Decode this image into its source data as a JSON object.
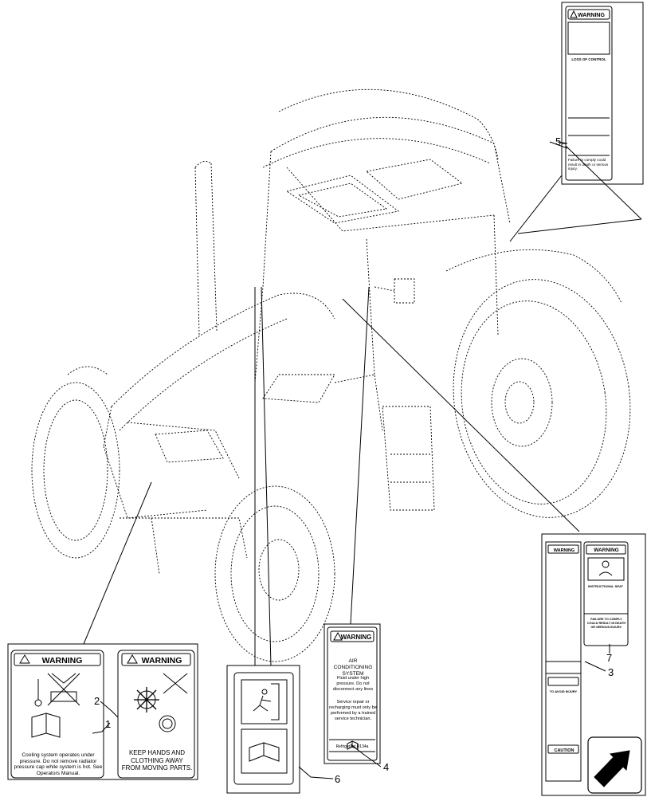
{
  "callouts": {
    "c1": "1",
    "c2": "2",
    "c3": "3",
    "c4": "4",
    "c5": "5",
    "c6": "6",
    "c7": "7"
  },
  "decal1": {
    "header": "WARNING",
    "text": "Cooling system operates under pressure. Do not remove radiator pressure cap while system is hot. See Operators Manual."
  },
  "decal2": {
    "header": "WARNING",
    "text": "KEEP HANDS AND CLOTHING AWAY FROM MOVING PARTS."
  },
  "decal4": {
    "header": "WARNING",
    "title": "AIR CONDITIONING SYSTEM",
    "text1": "Fluid under high pressure. Do not disconnect any lines",
    "text2": "Service repair or recharging must only be performed by a trained service technician.",
    "refrigerant": "Refrigerant R134a"
  },
  "decal5": {
    "header": "WARNING",
    "loss": "LOSS OF CONTROL",
    "death": "Failure to comply could result in death or serious injury."
  },
  "decal3": {
    "header": "WARNING",
    "avoid": "TO AVOID INJURY",
    "caution": "CAUTION"
  },
  "decal7": {
    "header": "WARNING",
    "instr": "INSTRUCTIONAL SEAT",
    "fail": "FAILURE TO COMPLY COULD RESULT IN DEATH OR SERIOUS INJURY."
  },
  "colors": {
    "line": "#000000",
    "bg": "#ffffff"
  }
}
